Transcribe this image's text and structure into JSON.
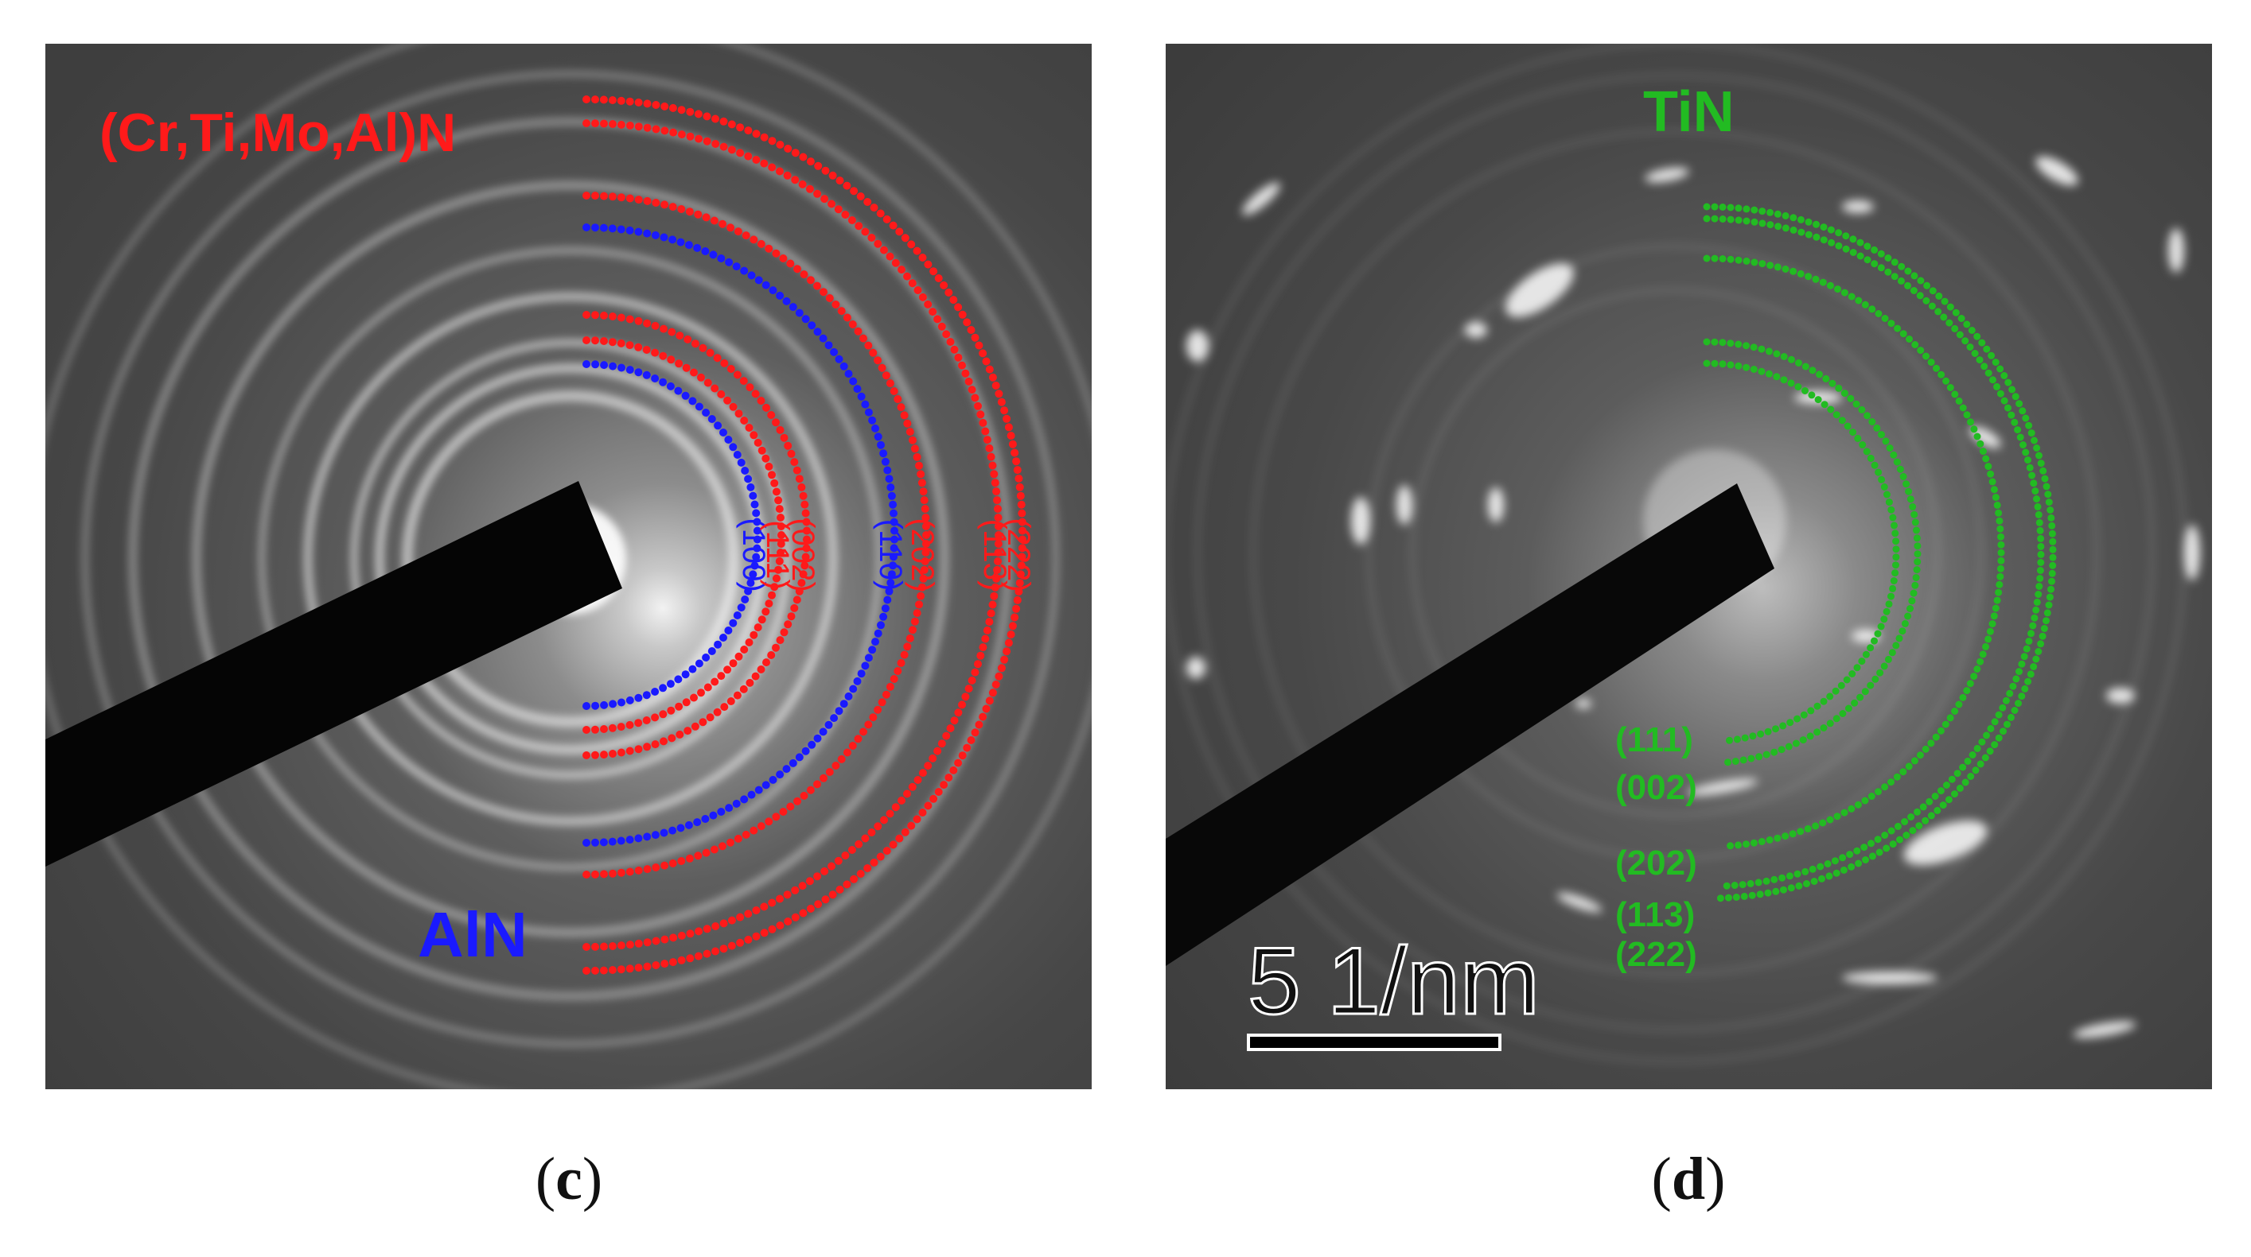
{
  "panel_c": {
    "caption_open": "(",
    "caption_letter": "c",
    "caption_close": ")",
    "phase_red": "(Cr,Ti,Mo,Al)N",
    "phase_blue": "AlN",
    "color_red": "#ff1a1a",
    "color_blue": "#1a1aff",
    "rings": [
      {
        "label": "(100)",
        "color": "blue"
      },
      {
        "label": "(111)",
        "color": "red"
      },
      {
        "label": "(002)",
        "color": "red"
      },
      {
        "label": "(110)",
        "color": "blue"
      },
      {
        "label": "(202)",
        "color": "red"
      },
      {
        "label": "(113)",
        "color": "red"
      },
      {
        "label": "(222)",
        "color": "red"
      }
    ]
  },
  "panel_d": {
    "caption_open": "(",
    "caption_letter": "d",
    "caption_close": ")",
    "phase": "TiN",
    "color_green": "#22bb22",
    "scale_bar": "5 1/nm",
    "rings": [
      {
        "label": "(111)"
      },
      {
        "label": "(002)"
      },
      {
        "label": "(202)"
      },
      {
        "label": "(113)"
      },
      {
        "label": "(222)"
      }
    ]
  }
}
